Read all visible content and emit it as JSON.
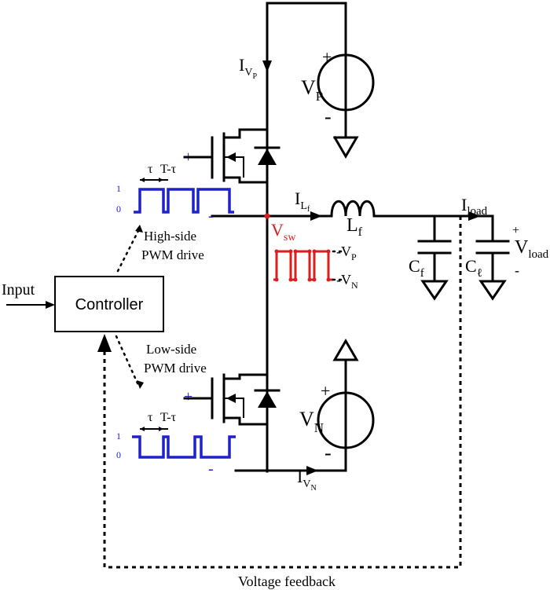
{
  "labels": {
    "input": "Input",
    "controller": "Controller",
    "high_side_line1": "High-side",
    "high_side_line2": "PWM drive",
    "low_side_line1": "Low-side",
    "low_side_line2": "PWM drive",
    "voltage_feedback": "Voltage feedback",
    "tau": "τ",
    "t_minus_tau": "T-τ",
    "logic_one": "1",
    "logic_zero": "0",
    "plus": "+",
    "minus": "-",
    "I": "I",
    "I_vp_sub": "V",
    "I_vp_subsub": "P",
    "vp_main": "V",
    "vp_sub": "P",
    "vn_main": "V",
    "vn_sub": "N",
    "I_vn_sub": "V",
    "I_vn_subsub": "N",
    "vsw_main": "V",
    "vsw_sub": "sw",
    "il_sub": "L",
    "il_subsub": "f",
    "lf_main": "L",
    "lf_sub": "f",
    "cf_main": "C",
    "cf_sub": "f",
    "cl_main": "C",
    "cl_sub": "ℓ",
    "iload_sub": "load",
    "vload_main": "V",
    "vload_sub": "load",
    "vsw_high": "-V",
    "vsw_high_sub": "P",
    "vsw_low": "-V",
    "vsw_low_sub": "N"
  },
  "colors": {
    "wire": "#000000",
    "gate_drive": "#1f22c8",
    "switch_node": "#d81e1e"
  }
}
